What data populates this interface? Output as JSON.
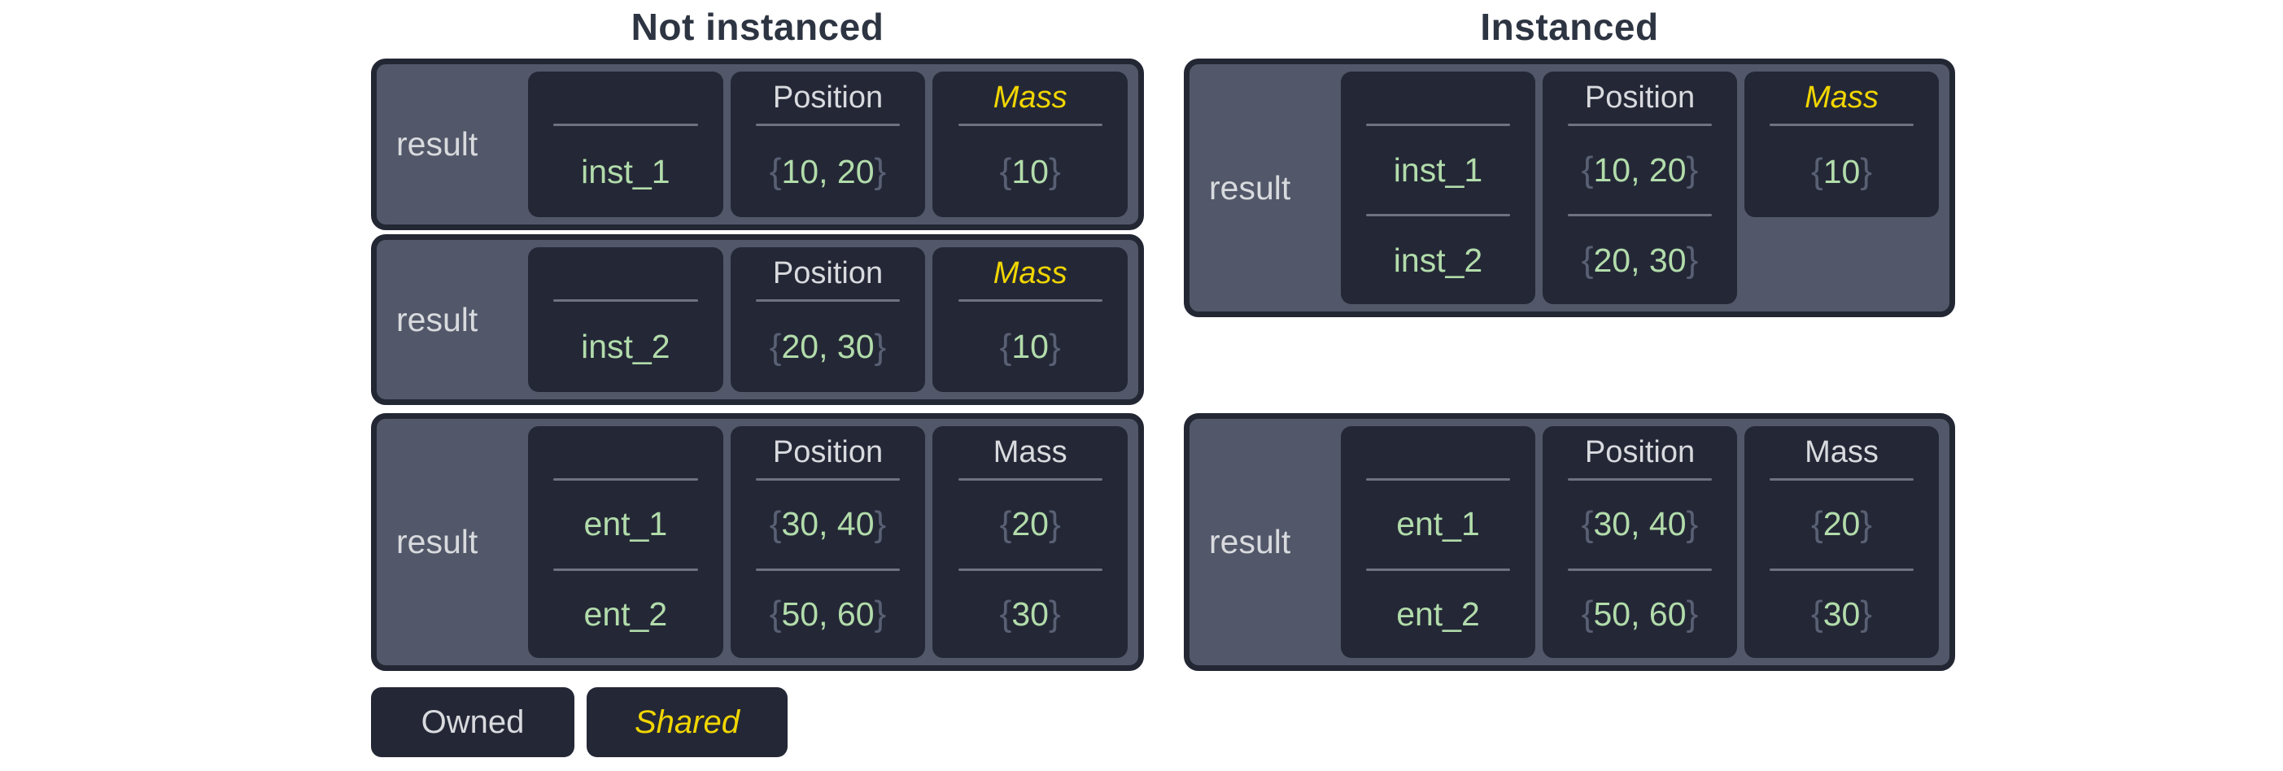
{
  "sections": {
    "not_instanced_title": "Not instanced",
    "instanced_title": "Instanced"
  },
  "glyphs": {
    "open_brace": "{",
    "close_brace": "}"
  },
  "colors": {
    "background": "#ffffff",
    "title_text": "#2d3442",
    "panel_border": "#232734",
    "panel_bg": "#525869",
    "cell_bg": "#242836",
    "light_text": "#d8dade",
    "value_green": "#b2dcab",
    "brace_gray": "#596074",
    "divider_gray": "#6e7380",
    "shared_yellow": "#f1d600"
  },
  "tables": {
    "ni1": {
      "label": "result",
      "entity": "inst_1",
      "position": {
        "header": "Position",
        "value": "10, 20"
      },
      "mass": {
        "header": "Mass",
        "shared": true,
        "value": "10"
      }
    },
    "ni2": {
      "label": "result",
      "entity": "inst_2",
      "position": {
        "header": "Position",
        "value": "20, 30"
      },
      "mass": {
        "header": "Mass",
        "shared": true,
        "value": "10"
      }
    },
    "ni3": {
      "label": "result",
      "entities": [
        "ent_1",
        "ent_2"
      ],
      "position": {
        "header": "Position",
        "values": [
          "30, 40",
          "50, 60"
        ]
      },
      "mass": {
        "header": "Mass",
        "shared": false,
        "values": [
          "20",
          "30"
        ]
      }
    },
    "i1": {
      "label": "result",
      "entities": [
        "inst_1",
        "inst_2"
      ],
      "position": {
        "header": "Position",
        "values": [
          "10, 20",
          "20, 30"
        ]
      },
      "mass": {
        "header": "Mass",
        "shared": true,
        "value": "10"
      }
    },
    "i2": {
      "label": "result",
      "entities": [
        "ent_1",
        "ent_2"
      ],
      "position": {
        "header": "Position",
        "values": [
          "30, 40",
          "50, 60"
        ]
      },
      "mass": {
        "header": "Mass",
        "shared": false,
        "values": [
          "20",
          "30"
        ]
      }
    }
  },
  "legend": {
    "owned": "Owned",
    "shared": "Shared"
  }
}
